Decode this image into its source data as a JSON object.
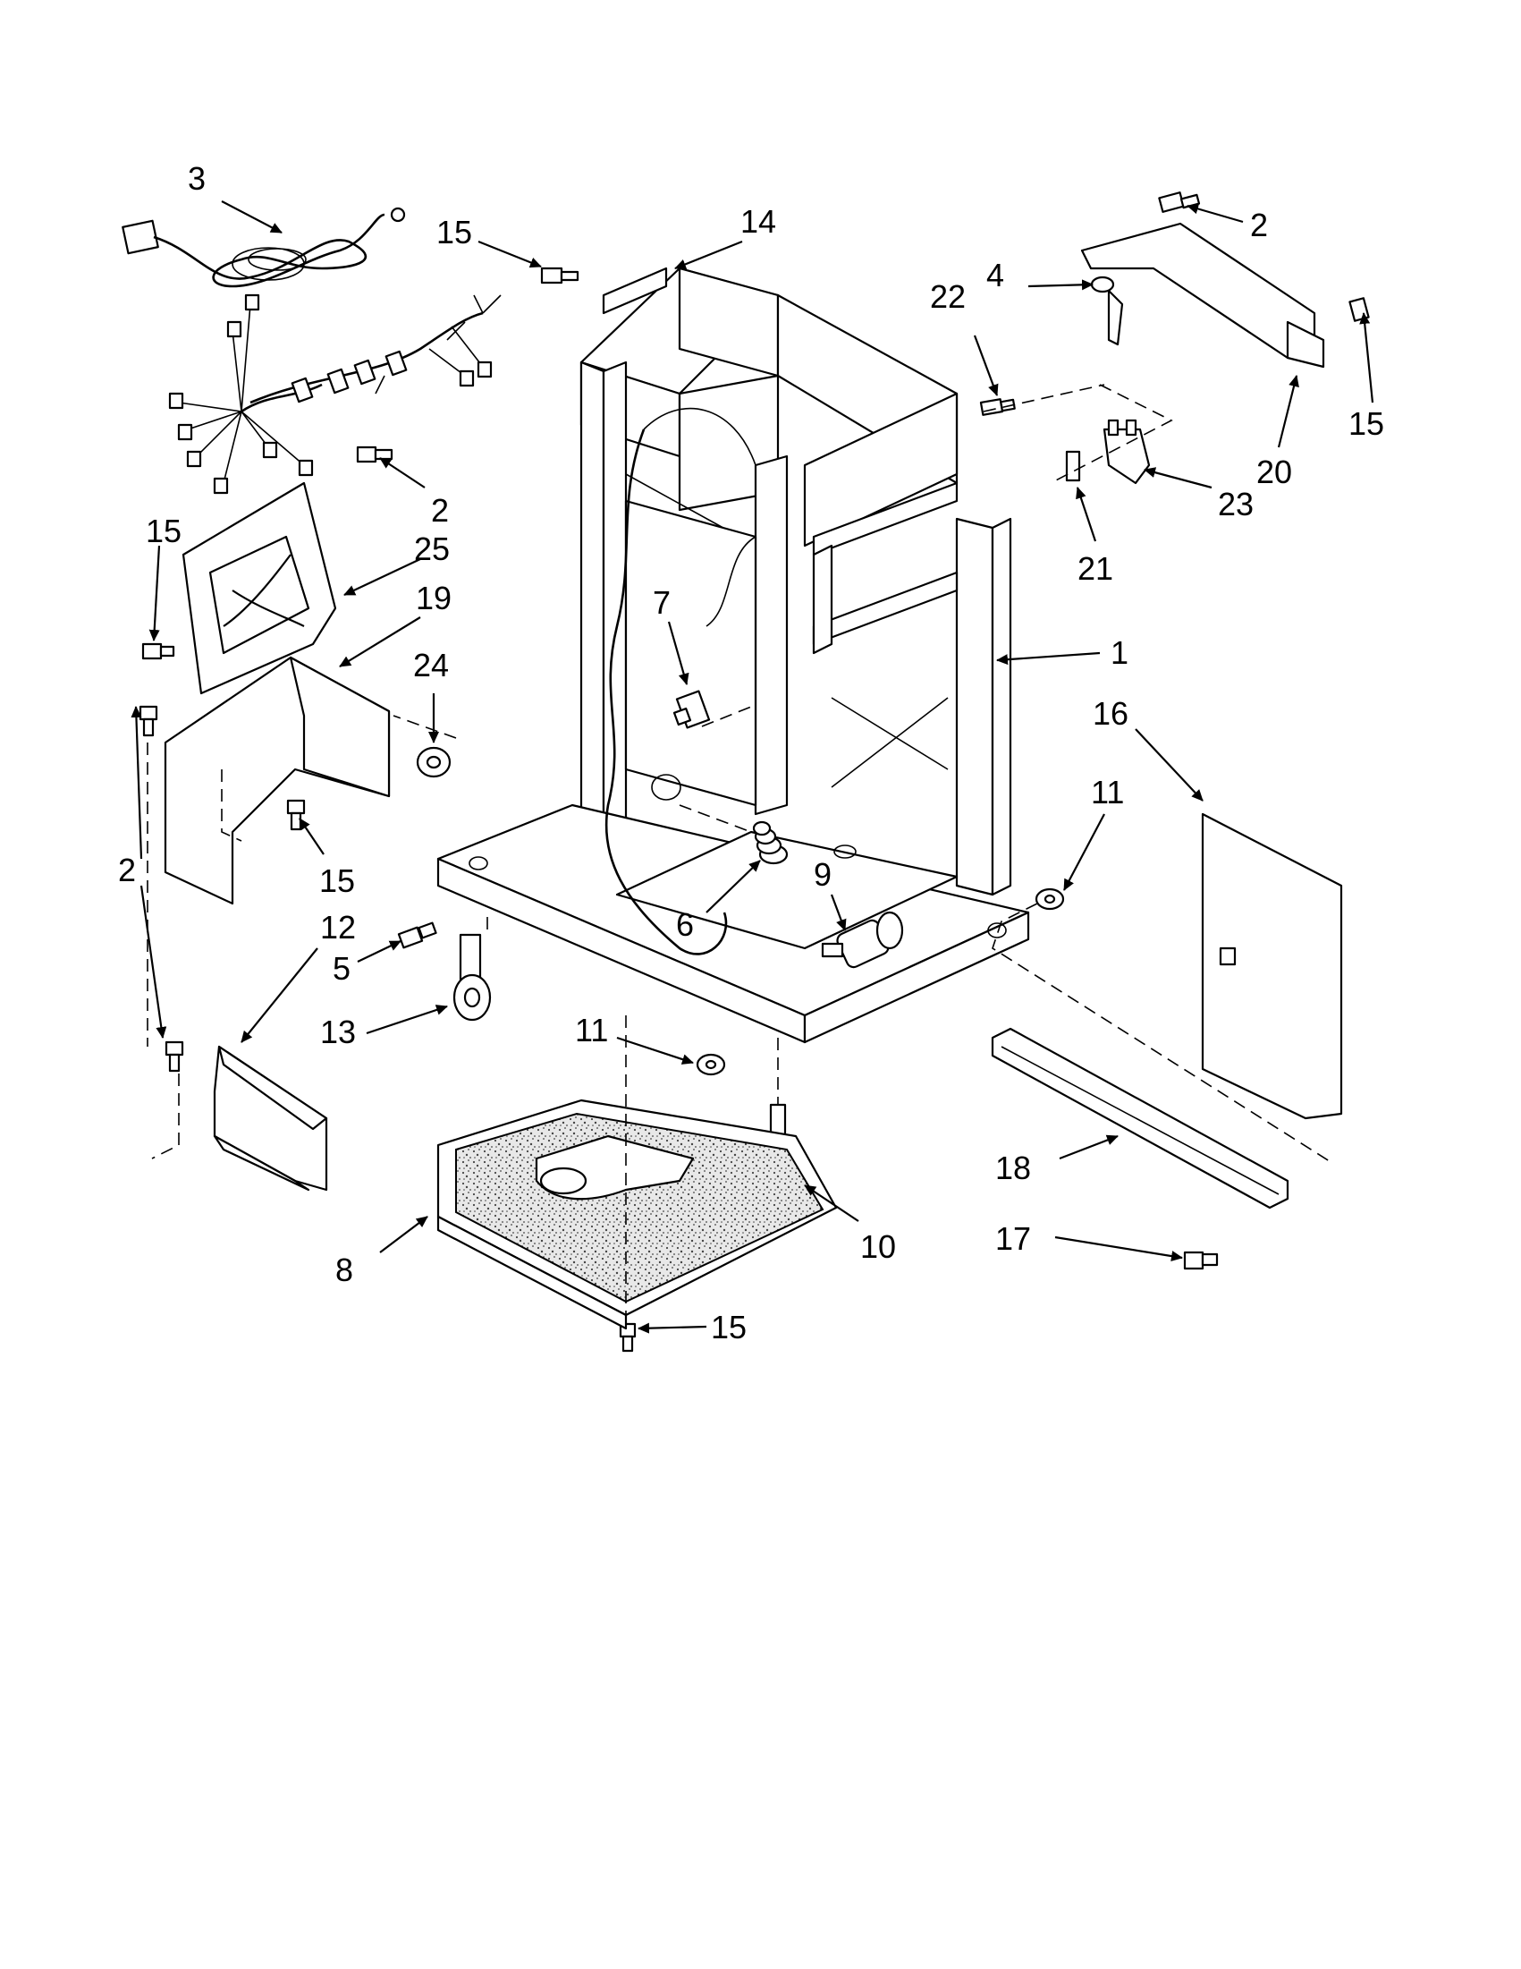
{
  "callouts": [
    {
      "id": "c3",
      "text": "3"
    },
    {
      "id": "c15a",
      "text": "15"
    },
    {
      "id": "c14",
      "text": "14"
    },
    {
      "id": "c2a",
      "text": "2"
    },
    {
      "id": "c4",
      "text": "4"
    },
    {
      "id": "c22",
      "text": "22"
    },
    {
      "id": "c15b",
      "text": "15"
    },
    {
      "id": "c20",
      "text": "20"
    },
    {
      "id": "c23",
      "text": "23"
    },
    {
      "id": "c21",
      "text": "21"
    },
    {
      "id": "c2b",
      "text": "2"
    },
    {
      "id": "c15c",
      "text": "15"
    },
    {
      "id": "c25",
      "text": "25"
    },
    {
      "id": "c19",
      "text": "19"
    },
    {
      "id": "c24",
      "text": "24"
    },
    {
      "id": "c7",
      "text": "7"
    },
    {
      "id": "c1",
      "text": "1"
    },
    {
      "id": "c16",
      "text": "16"
    },
    {
      "id": "c11a",
      "text": "11"
    },
    {
      "id": "c2c",
      "text": "2"
    },
    {
      "id": "c15d",
      "text": "15"
    },
    {
      "id": "c12",
      "text": "12"
    },
    {
      "id": "c5",
      "text": "5"
    },
    {
      "id": "c6",
      "text": "6"
    },
    {
      "id": "c9",
      "text": "9"
    },
    {
      "id": "c13",
      "text": "13"
    },
    {
      "id": "c11b",
      "text": "11"
    },
    {
      "id": "c18",
      "text": "18"
    },
    {
      "id": "c10",
      "text": "10"
    },
    {
      "id": "c8",
      "text": "8"
    },
    {
      "id": "c17",
      "text": "17"
    },
    {
      "id": "c15e",
      "text": "15"
    }
  ]
}
